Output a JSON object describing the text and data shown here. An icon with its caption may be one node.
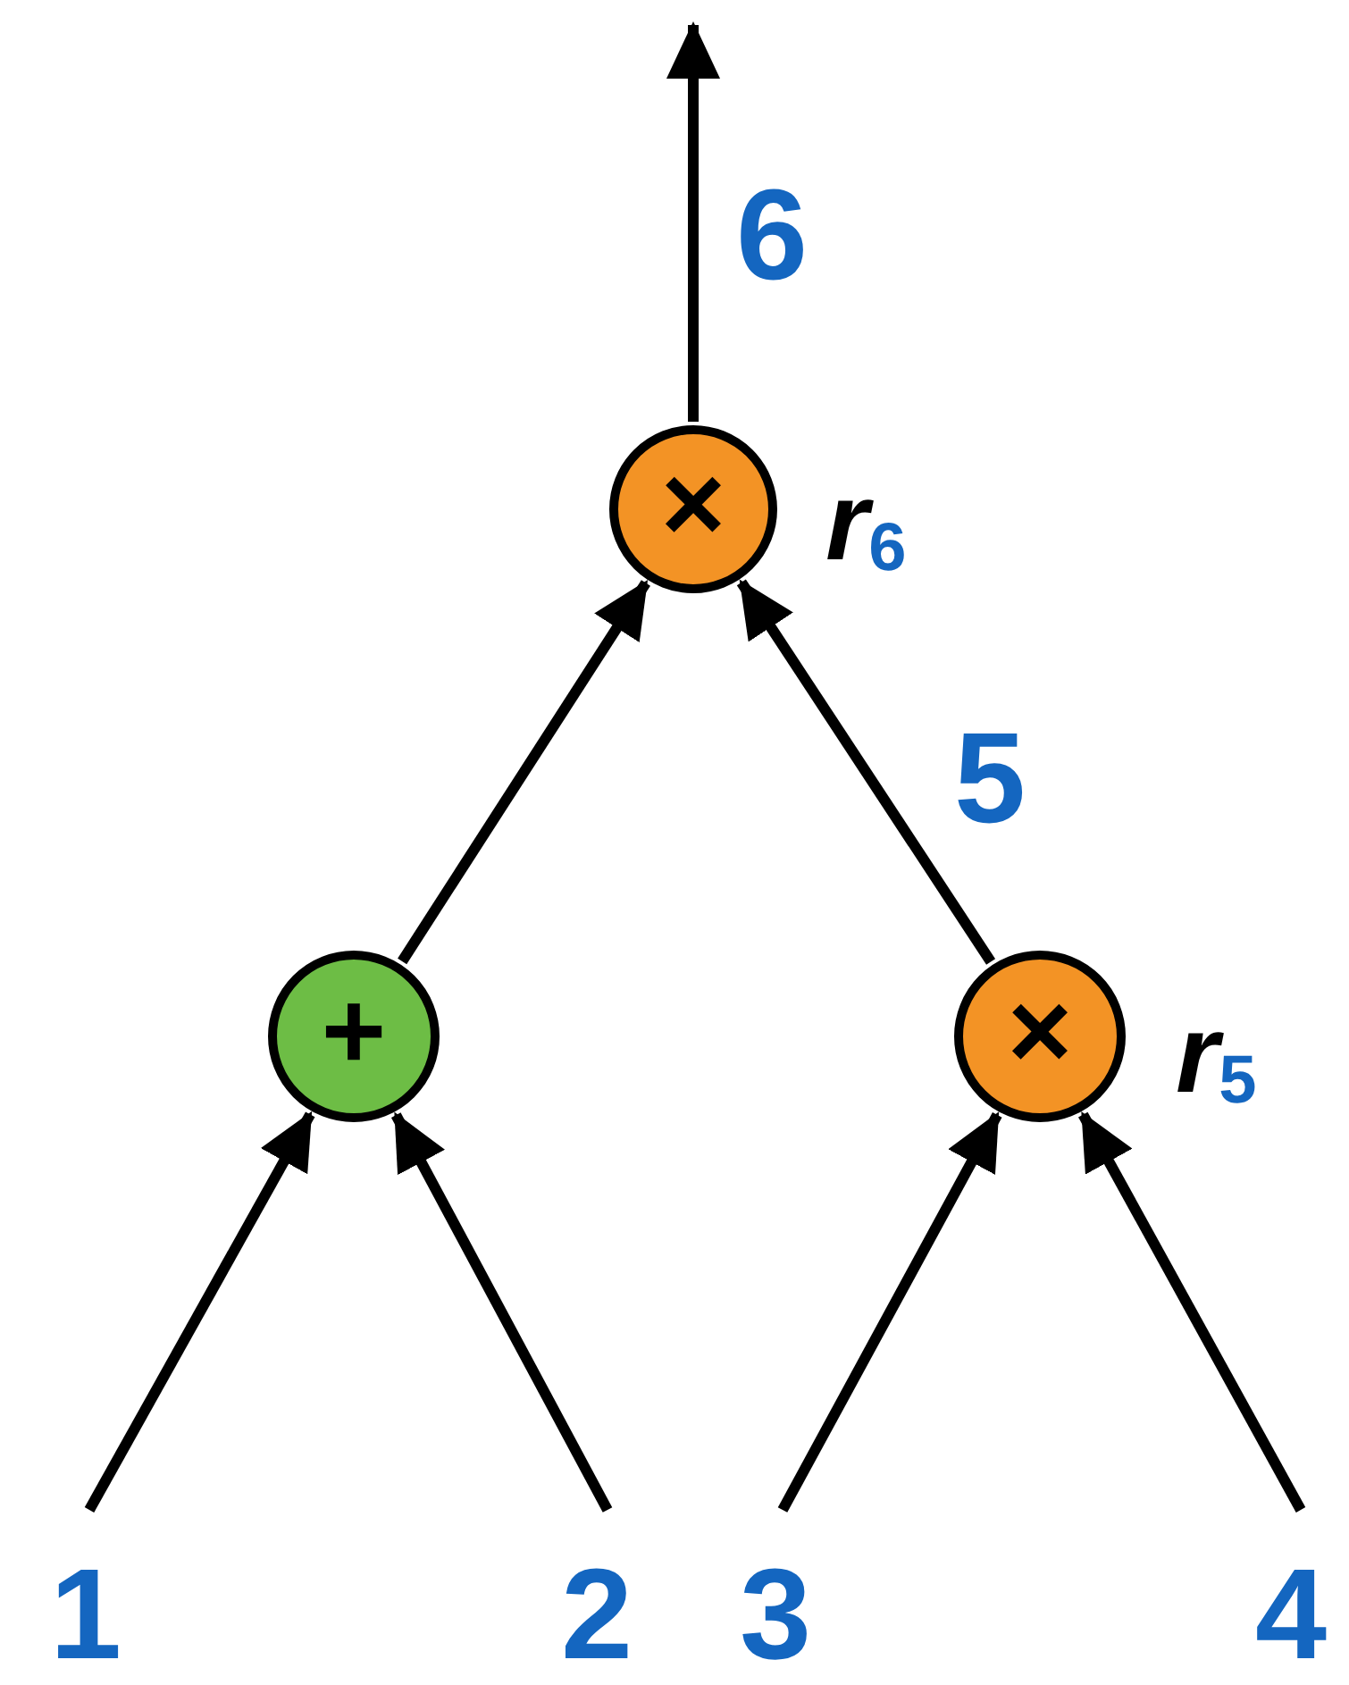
{
  "diagram": {
    "nodes": [
      {
        "text": [
          "×"
        ],
        "beside": [
          "*r*$_{6}$"
        ]
      },
      {
        "text": [
          "+"
        ]
      },
      {
        "text": [
          "×"
        ],
        "beside": [
          "*r*$_{5}$"
        ]
      },
      {
        "text": [
          "1"
        ]
      },
      {
        "text": [
          "2"
        ]
      },
      {
        "text": [
          "3"
        ]
      },
      {
        "text": [
          "4"
        ]
      }
    ],
    "edges": [
      {
        "from": 0,
        "to": null,
        "arrow": "to",
        "label": "6"
      },
      {
        "from": 1,
        "to": 0,
        "arrow": "to"
      },
      {
        "from": 2,
        "to": 0,
        "arrow": "to",
        "label": "5"
      },
      {
        "from": 3,
        "to": 1,
        "arrow": "to"
      },
      {
        "from": 4,
        "to": 1,
        "arrow": "to"
      },
      {
        "from": 5,
        "to": 2,
        "arrow": "to"
      },
      {
        "from": 6,
        "to": 2,
        "arrow": "to"
      }
    ]
  }
}
